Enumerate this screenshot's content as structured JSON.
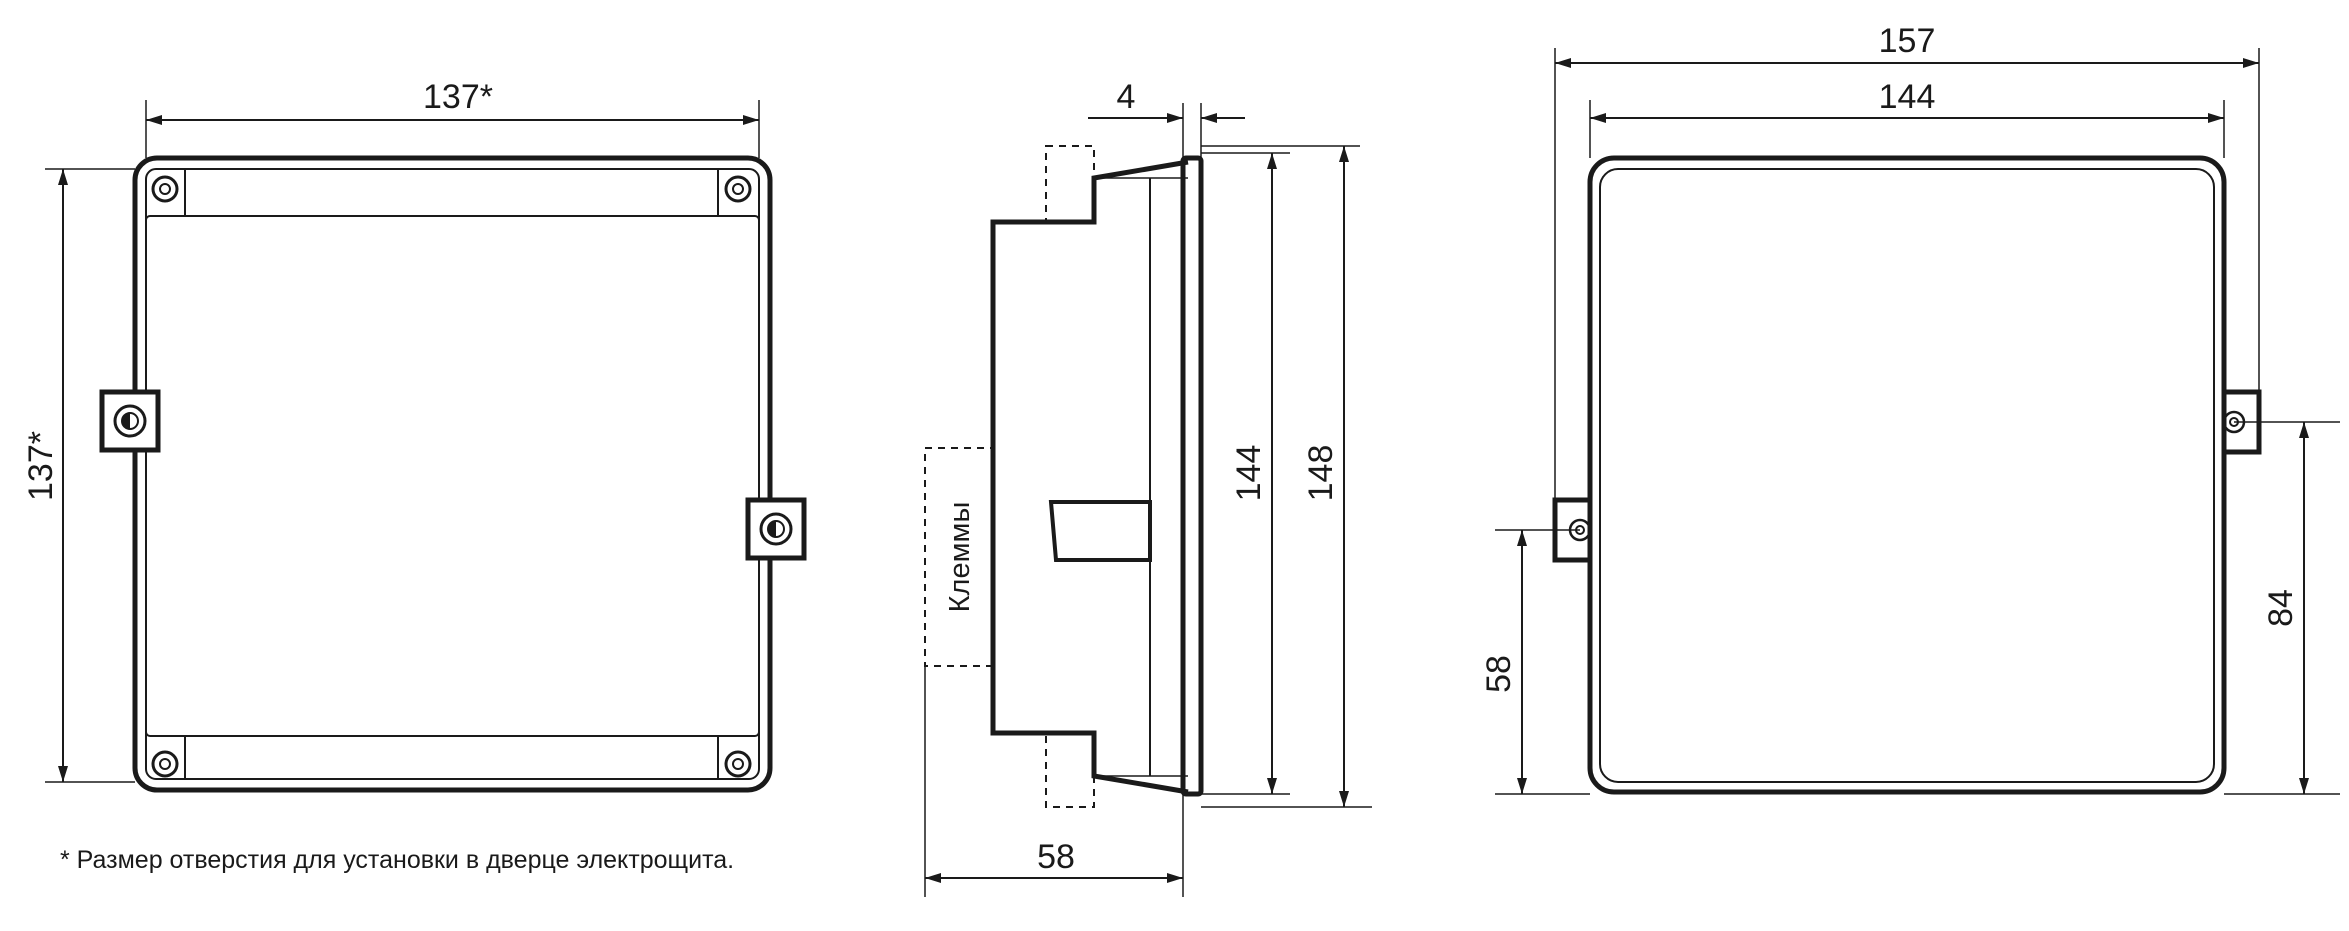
{
  "front_view": {
    "width_label": "137*",
    "height_label": "137*"
  },
  "side_view": {
    "depth_label": "4",
    "inner_height_label": "144",
    "outer_height_label": "148",
    "total_depth_label": "58",
    "terminals_label": "Клеммы"
  },
  "back_view": {
    "outer_width_label": "157",
    "inner_width_label": "144",
    "left_offset_label": "58",
    "right_offset_label": "84"
  },
  "footnote": "* Размер отверстия для установки в дверце электрощита."
}
